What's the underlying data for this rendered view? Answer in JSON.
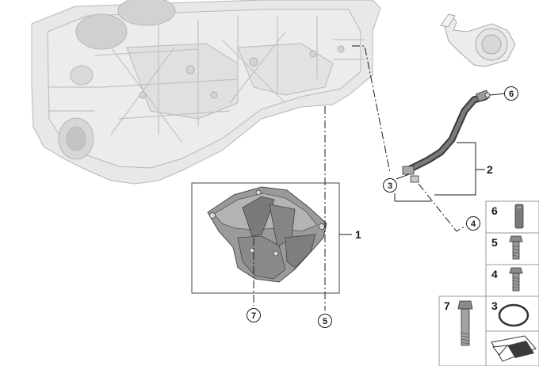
{
  "diagram": {
    "callouts": {
      "part_1": "1",
      "part_2": "2",
      "part_3": "3",
      "part_4": "4",
      "part_5": "5",
      "part_6": "6",
      "part_7": "7"
    },
    "parts_grid": {
      "cell_6": "6",
      "cell_5": "5",
      "cell_4": "4",
      "cell_7": "7",
      "cell_3": "3"
    },
    "colors": {
      "engine_fill": "#e6e6e6",
      "engine_stroke": "#b5b5b5",
      "part_fill": "#8f8f8f",
      "part_dark": "#4a4a4a",
      "leader": "#1a1a1a"
    }
  }
}
